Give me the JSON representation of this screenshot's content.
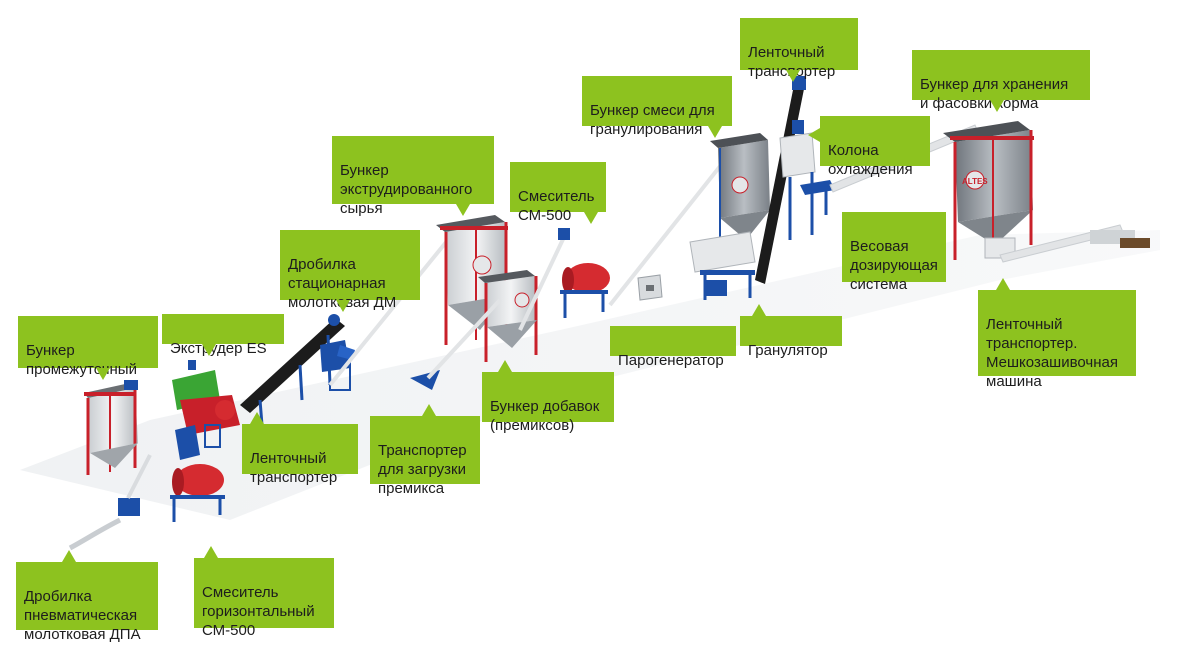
{
  "labels": {
    "bunker_intermediate": "Бункер\nпромежуточный",
    "extruder": "Экструдер ES",
    "crusher_stationary": "Дробилка\nстационарная\nмолотковая ДМ",
    "bunker_extruded": "Бункер\nэкструдированного\nсырья",
    "mixer_cm500_top": "Смеситель\nСМ-500",
    "bunker_granulation": "Бункер смеси для\nгранулирования",
    "belt_conveyor_top": "Ленточный\nтранспортер",
    "cooling_column": "Колона\nохлаждения",
    "bunker_storage": "Бункер для хранения\nи фасовки корма",
    "weighing_system": "Весовая\nдозирующая\nсистема",
    "belt_conveyor_bagging": "Ленточный\nтранспортер.\nМешкозашивочная\nмашина",
    "granulator": "Гранулятор",
    "steam_generator": "Парогенератор",
    "bunker_additives": "Бункер добавок\n(премиксов)",
    "premix_conveyor": "Транспортер\nдля загрузки\nпремикса",
    "belt_conveyor_low": "Ленточный\nтранспортер",
    "crusher_pneumatic": "Дробилка\nпневматическая\nмолотковая ДПА",
    "mixer_horizontal": "Смеситель\nгоризонтальный\nСМ-500"
  },
  "logo_text": "ALTES",
  "colors": {
    "callout": "#8dc21f",
    "frame_red": "#c8202a",
    "frame_blue": "#1c4fa8",
    "steel": "#9aa0a6",
    "extruder_green": "#3aa534"
  }
}
